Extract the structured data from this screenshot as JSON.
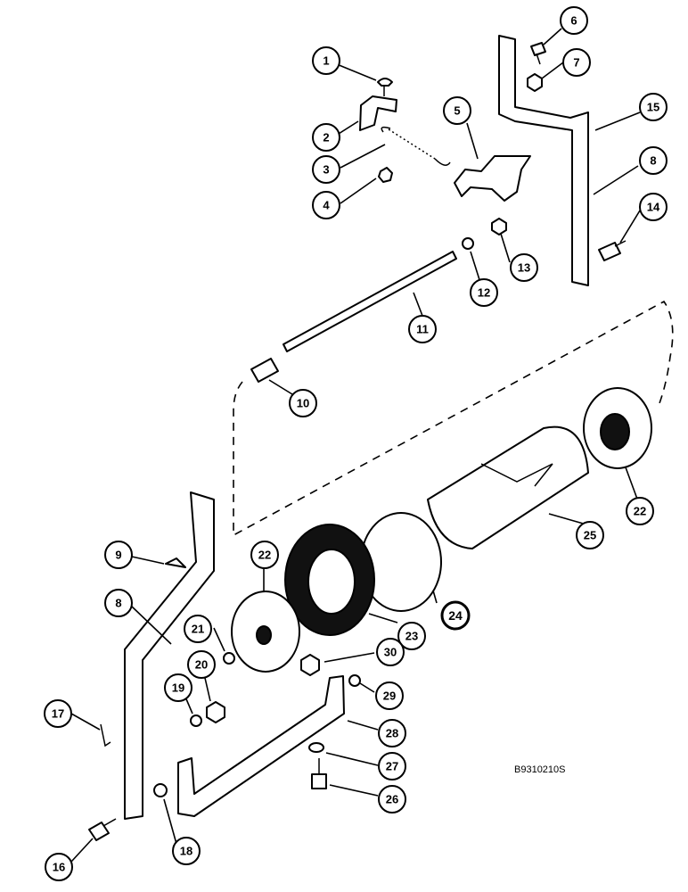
{
  "drawing_code": "B9310210S",
  "callouts": [
    "1",
    "2",
    "3",
    "4",
    "5",
    "6",
    "7",
    "15",
    "8",
    "14",
    "13",
    "12",
    "11",
    "10",
    "22",
    "25",
    "9",
    "8",
    "22",
    "23",
    "24",
    "21",
    "20",
    "19",
    "30",
    "29",
    "17",
    "28",
    "27",
    "26",
    "18",
    "16"
  ]
}
